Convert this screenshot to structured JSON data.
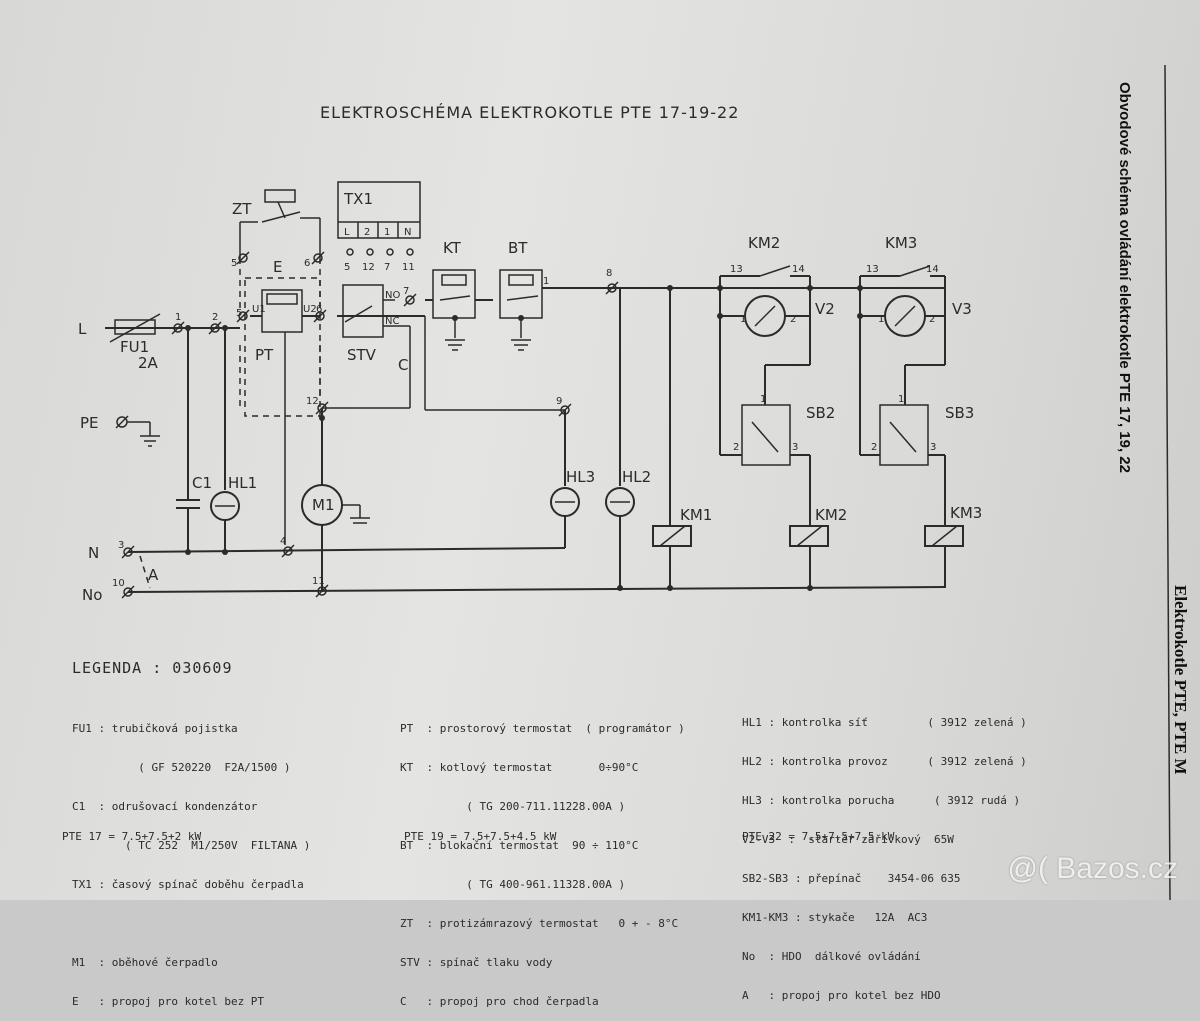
{
  "title": "ELEKTROSCHÉMA ELEKTROKOTLE    PTE 17-19-22",
  "side_title": "Obvodové schéma ovládání elektrokotle PTE 17, 19, 22",
  "side_book": "Elektrokotle PTE, PTE M",
  "watermark": "@( Bazos.cz",
  "legend_heading": "LEGENDA : 030609",
  "labels": {
    "L": "L",
    "PE": "PE",
    "N": "N",
    "No": "No",
    "FU1": "FU1",
    "FU1_rating": "2A",
    "ZT": "ZT",
    "TX1": "TX1",
    "E": "E",
    "PT": "PT",
    "STV": "STV",
    "KT": "KT",
    "BT": "BT",
    "C1": "C1",
    "HL1": "HL1",
    "M1": "M1",
    "HL3": "HL3",
    "HL2": "HL2",
    "KM1": "KM1",
    "KM2": "KM2",
    "KM3": "KM3",
    "V2": "V2",
    "V3": "V3",
    "SB2": "SB2",
    "SB3": "SB3",
    "A": "A",
    "C": "C",
    "tx_terms": [
      "L",
      "2",
      "1",
      "N"
    ],
    "tx_nums": [
      "5",
      "12",
      "7",
      "11"
    ],
    "NO": "NO",
    "NC": "NC",
    "U1": "U1",
    "U2": "U2",
    "t1": "1",
    "t2": "2",
    "t3": "3",
    "t4": "4",
    "t5": "5",
    "t6": "6",
    "t7": "7",
    "t8": "8",
    "t9": "9",
    "t10": "10",
    "t11": "11",
    "t12": "12",
    "t13": "13",
    "t14": "14"
  },
  "legend_col1": [
    "FU1 : trubičková pojistka",
    "          ( GF 520220  F2A/1500 )",
    "C1  : odrušovací kondenzátor",
    "        ( TC 252  M1/250V  FILTANA )",
    "TX1 : časový spínač doběhu čerpadla",
    "",
    "M1  : oběhové čerpadlo",
    "E   : propoj pro kotel bez PT"
  ],
  "legend_col2": [
    "PT  : prostorový termostat  ( programátor )",
    "KT  : kotlový termostat       0÷90°C",
    "          ( TG 200-711.11228.00A )",
    "BT  : blokační termostat  90 ÷ 110°C",
    "          ( TG 400-961.11328.00A )",
    "ZT  : protizámrazový termostat   0 + - 8°C",
    "STV : spínač tlaku vody",
    "C   : propoj pro chod čerpadla"
  ],
  "legend_col3": [
    "HL1 : kontrolka síť         ( 3912 zelená )",
    "HL2 : kontrolka provoz      ( 3912 zelená )",
    "HL3 : kontrolka porucha      ( 3912 rudá )",
    "V2-V3  :  startér zářivkový  65W",
    "SB2-SB3 : přepínač    3454-06 635",
    "KM1-KM3 : stykače   12A  AC3",
    "No  : HDO  dálkové ovládání",
    "A   : propoj pro kotel bez HDO"
  ],
  "footer": [
    "PTE 17 = 7.5+7.5+2 kW",
    "PTE 19 = 7.5+7.5+4.5 kW",
    "PTE 22 = 7.5+7.5+7.5 kW"
  ]
}
